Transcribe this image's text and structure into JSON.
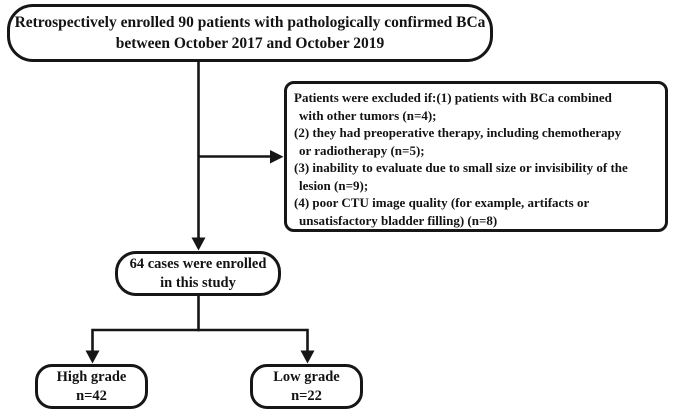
{
  "figure": {
    "type": "patient-enrollment-flowchart",
    "boxes": {
      "enrolled_total": {
        "lines": [
          "Retrospectively enrolled 90 patients with pathologically confirmed BCa",
          "between October 2017 and October 2019"
        ]
      },
      "exclusion": {
        "lines": [
          "Patients were excluded if:(1) patients with BCa combined",
          "with other tumors (n=4);",
          "(2) they had preoperative therapy, including chemotherapy",
          "or radiotherapy (n=5);",
          "(3) inability to evaluate due to small size or invisibility of the",
          "lesion (n=9);",
          "(4) poor CTU image quality (for example, artifacts or",
          "unsatisfactory bladder filling) (n=8)"
        ]
      },
      "enrolled_final": {
        "lines": [
          "64 cases were enrolled",
          "in this study"
        ]
      },
      "high_grade": {
        "lines": [
          "High grade",
          "n=42"
        ]
      },
      "low_grade": {
        "lines": [
          "Low grade",
          "n=22"
        ]
      }
    },
    "counts": {
      "total_patients": 90,
      "excluded_other_tumors": 4,
      "excluded_preoperative_therapy": 5,
      "excluded_small_or_invisible": 9,
      "excluded_poor_image_quality": 8,
      "enrolled": 64,
      "high_grade": 42,
      "low_grade": 22
    },
    "colors": {
      "background": "#ffffff",
      "box_fill": "#ffffff",
      "line": "#161616",
      "text": "#131313"
    }
  }
}
